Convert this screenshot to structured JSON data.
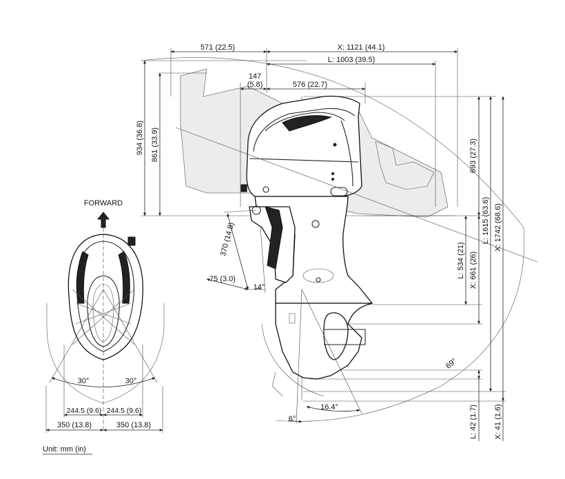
{
  "labels": {
    "forward": "FORWARD",
    "unit": "Unit: mm (in)",
    "x_1121": "X: 1121 (44.1)",
    "l_1003": "L: 1003 (39.5)",
    "d_571": "571 (22.5)",
    "d_147": "147",
    "d_147_in": "(5.8)",
    "d_576": "576 (22.7)",
    "d_934": "934 (36.8)",
    "d_861": "861 (33.9)",
    "d_693": "693 (27.3)",
    "l_1615": "L: 1615 (63.6)",
    "x_1742": "X: 1742 (68.6)",
    "l_534": "L: 534 (21)",
    "x_661": "X: 661 (26)",
    "d_370": "370 (14.8)",
    "d_75": "75 (3.0)",
    "a_14": "14°",
    "a_69": "69°",
    "a_164": "16.4°",
    "a_6": "6°",
    "l_42": "L: 42 (1.7)",
    "x_41": "X: 41 (1.6)",
    "a_30_left": "30°",
    "a_30_right": "30°",
    "d_2445_left": "244.5 (9.6)",
    "d_2445_right": "244.5 (9.6)",
    "d_350_left": "350 (13.8)",
    "d_350_right": "350 (13.8)"
  }
}
